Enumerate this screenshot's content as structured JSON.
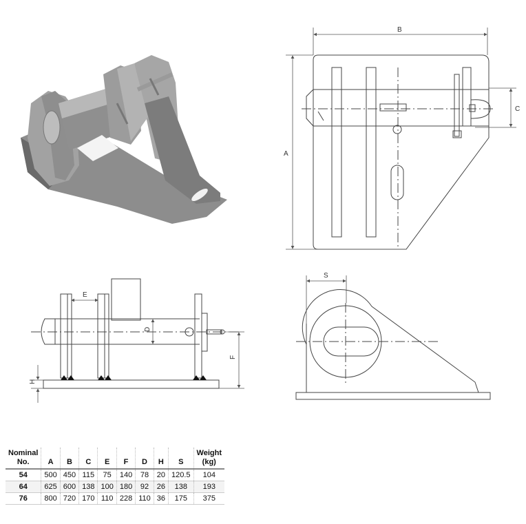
{
  "dimension_labels": {
    "A": "A",
    "B": "B",
    "C": "C",
    "D": "D",
    "E": "E",
    "F": "F",
    "H": "H",
    "S": "S"
  },
  "table": {
    "headers": [
      {
        "line1": "Nominal",
        "line2": "No."
      },
      {
        "line1": "A",
        "line2": ""
      },
      {
        "line1": "B",
        "line2": ""
      },
      {
        "line1": "C",
        "line2": ""
      },
      {
        "line1": "E",
        "line2": ""
      },
      {
        "line1": "F",
        "line2": ""
      },
      {
        "line1": "D",
        "line2": ""
      },
      {
        "line1": "H",
        "line2": ""
      },
      {
        "line1": "S",
        "line2": ""
      },
      {
        "line1": "Weight",
        "line2": "(kg)"
      }
    ],
    "rows": [
      [
        "54",
        "500",
        "450",
        "115",
        "75",
        "140",
        "78",
        "20",
        "120.5",
        "104"
      ],
      [
        "64",
        "625",
        "600",
        "138",
        "100",
        "180",
        "92",
        "26",
        "138",
        "193"
      ],
      [
        "76",
        "800",
        "720",
        "170",
        "110",
        "228",
        "110",
        "36",
        "175",
        "375"
      ]
    ]
  },
  "colors": {
    "line": "#444444",
    "dimension": "#555555",
    "casting_light": "#9a9a9a",
    "casting_dark": "#6b6b6b"
  }
}
